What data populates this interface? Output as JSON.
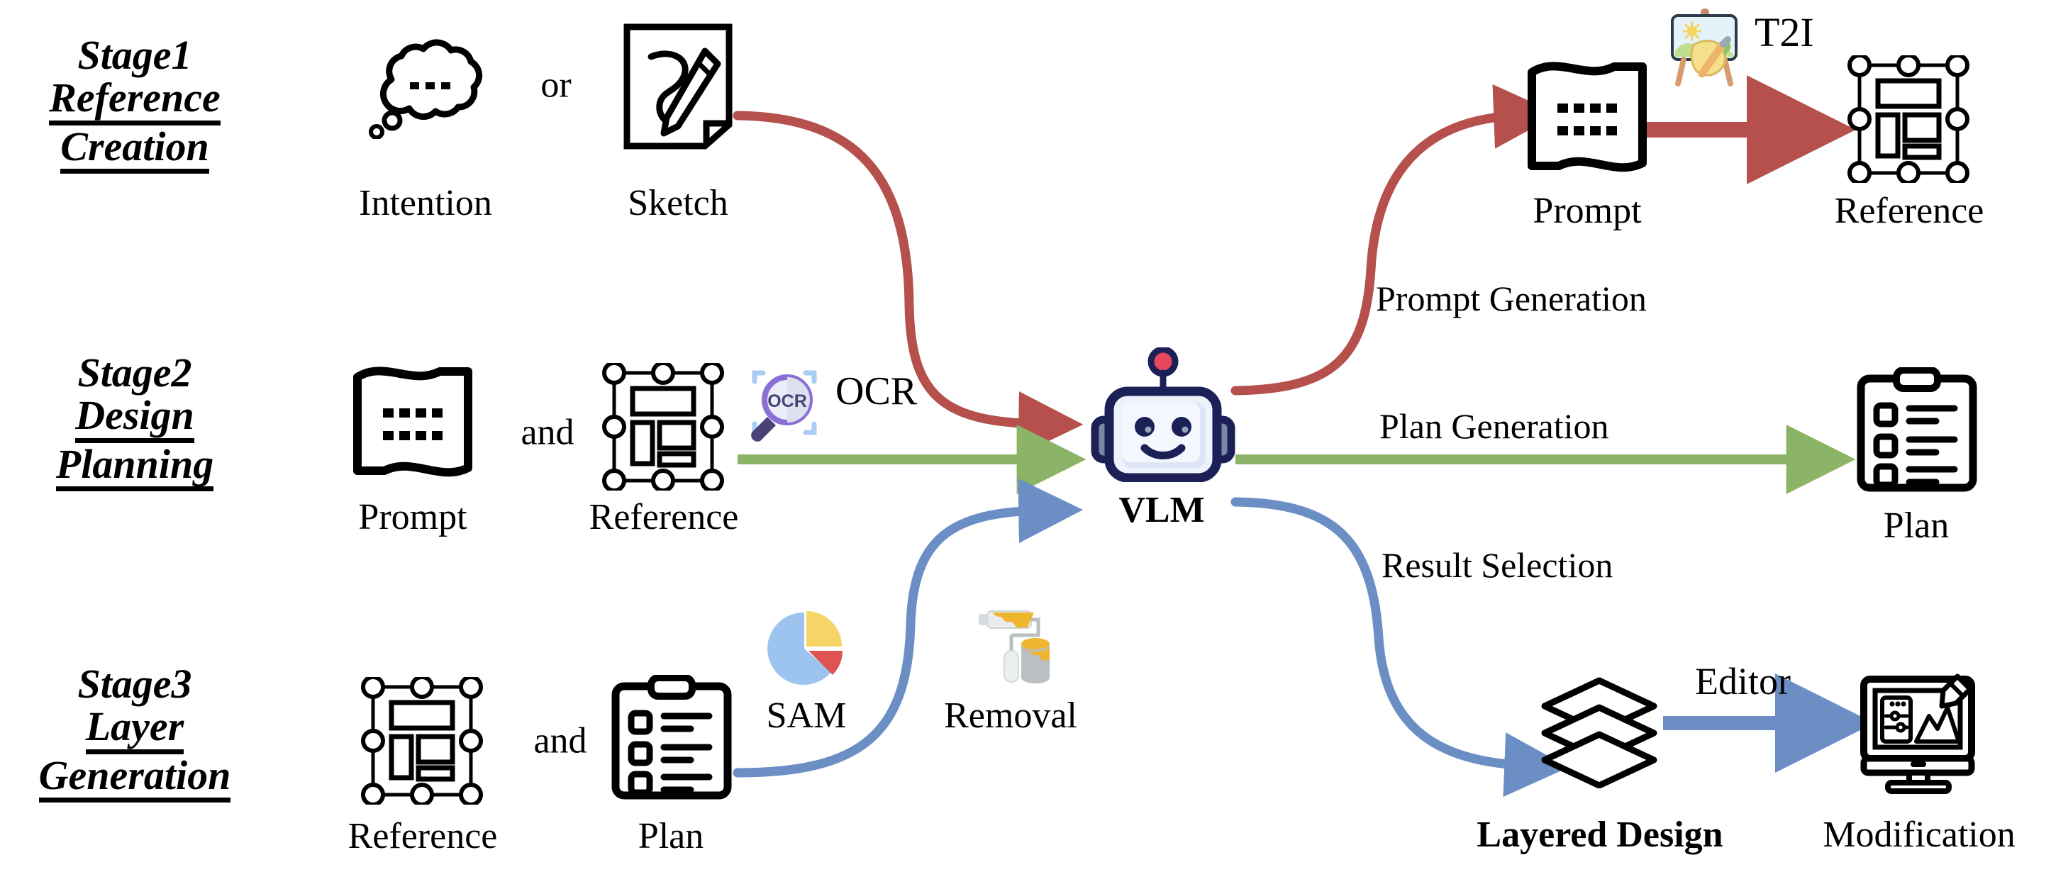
{
  "diagram": {
    "title": "Three-stage layered design generation pipeline",
    "background": "#ffffff",
    "colors": {
      "stage1_flow": "#b5504c",
      "stage2_flow": "#8bb467",
      "stage3_flow": "#6b8fc4",
      "robot_outline": "#1b2157",
      "robot_face": "#eef2fb",
      "robot_antenna": "#e8455f",
      "ocr_purple": "#8a6fd6",
      "sam_blue": "#9dc3ef",
      "sam_yellow": "#f6d465",
      "sam_red": "#e05353",
      "removal_yellow": "#f0b52e",
      "outline_black": "#000000"
    }
  },
  "stages": [
    {
      "id": "stage1",
      "number": "Stage1",
      "line2": "Reference",
      "line3": "Creation"
    },
    {
      "id": "stage2",
      "number": "Stage2",
      "line2": "Design",
      "line3": "Planning"
    },
    {
      "id": "stage3",
      "number": "Stage3",
      "line2": "Layer",
      "line3": "Generation"
    }
  ],
  "nodes": {
    "intention": {
      "label": "Intention",
      "icon": "thought-cloud-icon"
    },
    "sketch": {
      "label": "Sketch",
      "icon": "sketch-page-pencil-icon"
    },
    "prompt_top": {
      "label": "Prompt",
      "icon": "wavy-banner-text-icon"
    },
    "reference_top": {
      "label": "Reference",
      "icon": "design-layout-selection-icon"
    },
    "prompt_mid": {
      "label": "Prompt",
      "icon": "wavy-banner-text-icon"
    },
    "reference_mid": {
      "label": "Reference",
      "icon": "design-layout-selection-icon"
    },
    "plan_right": {
      "label": "Plan",
      "icon": "clipboard-checklist-icon"
    },
    "reference_bot": {
      "label": "Reference",
      "icon": "design-layout-selection-icon"
    },
    "plan_bot": {
      "label": "Plan",
      "icon": "clipboard-checklist-icon"
    },
    "layered_design": {
      "label": "Layered Design",
      "icon": "stacked-layers-icon"
    },
    "modification": {
      "label": "Modification",
      "icon": "monitor-design-pencil-icon"
    },
    "vlm": {
      "label": "VLM",
      "icon": "robot-icon"
    }
  },
  "tools": {
    "t2i": {
      "label": "T2I",
      "icon": "easel-painting-icon"
    },
    "ocr": {
      "label": "OCR",
      "icon": "ocr-magnifier-icon"
    },
    "sam": {
      "label": "SAM",
      "icon": "pie-chart-icon"
    },
    "removal": {
      "label": "Removal",
      "icon": "paint-roller-bucket-icon"
    },
    "editor": {
      "label": "Editor",
      "icon": ""
    }
  },
  "connectors": {
    "or": "or",
    "and_mid": "and",
    "and_bot": "and"
  },
  "edge_labels": {
    "prompt_generation": "Prompt Generation",
    "plan_generation": "Plan Generation",
    "result_selection": "Result Selection"
  }
}
